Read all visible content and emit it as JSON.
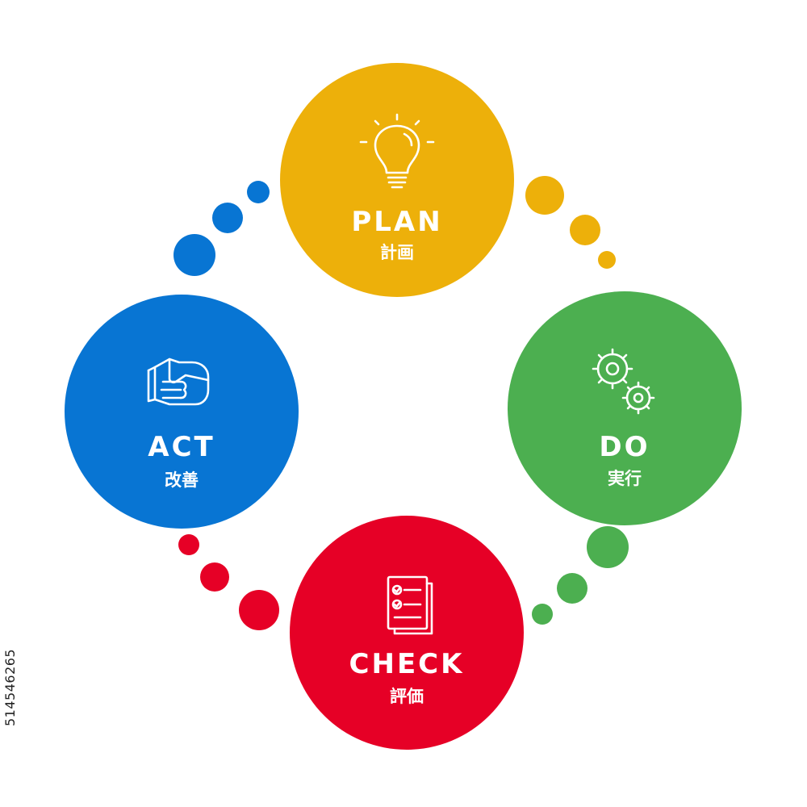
{
  "colors": {
    "plan": "#EDB00A",
    "do": "#4CAF50",
    "check": "#E60026",
    "act": "#0875D3"
  },
  "cycle": {
    "plan": {
      "label": "PLAN",
      "sub": "計画",
      "icon": "lightbulb-icon"
    },
    "do": {
      "label": "DO",
      "sub": "実行",
      "icon": "gears-icon"
    },
    "check": {
      "label": "CHECK",
      "sub": "評価",
      "icon": "checklist-icon"
    },
    "act": {
      "label": "ACT",
      "sub": "改善",
      "icon": "handshake-icon"
    }
  },
  "stock_id": "514546265"
}
